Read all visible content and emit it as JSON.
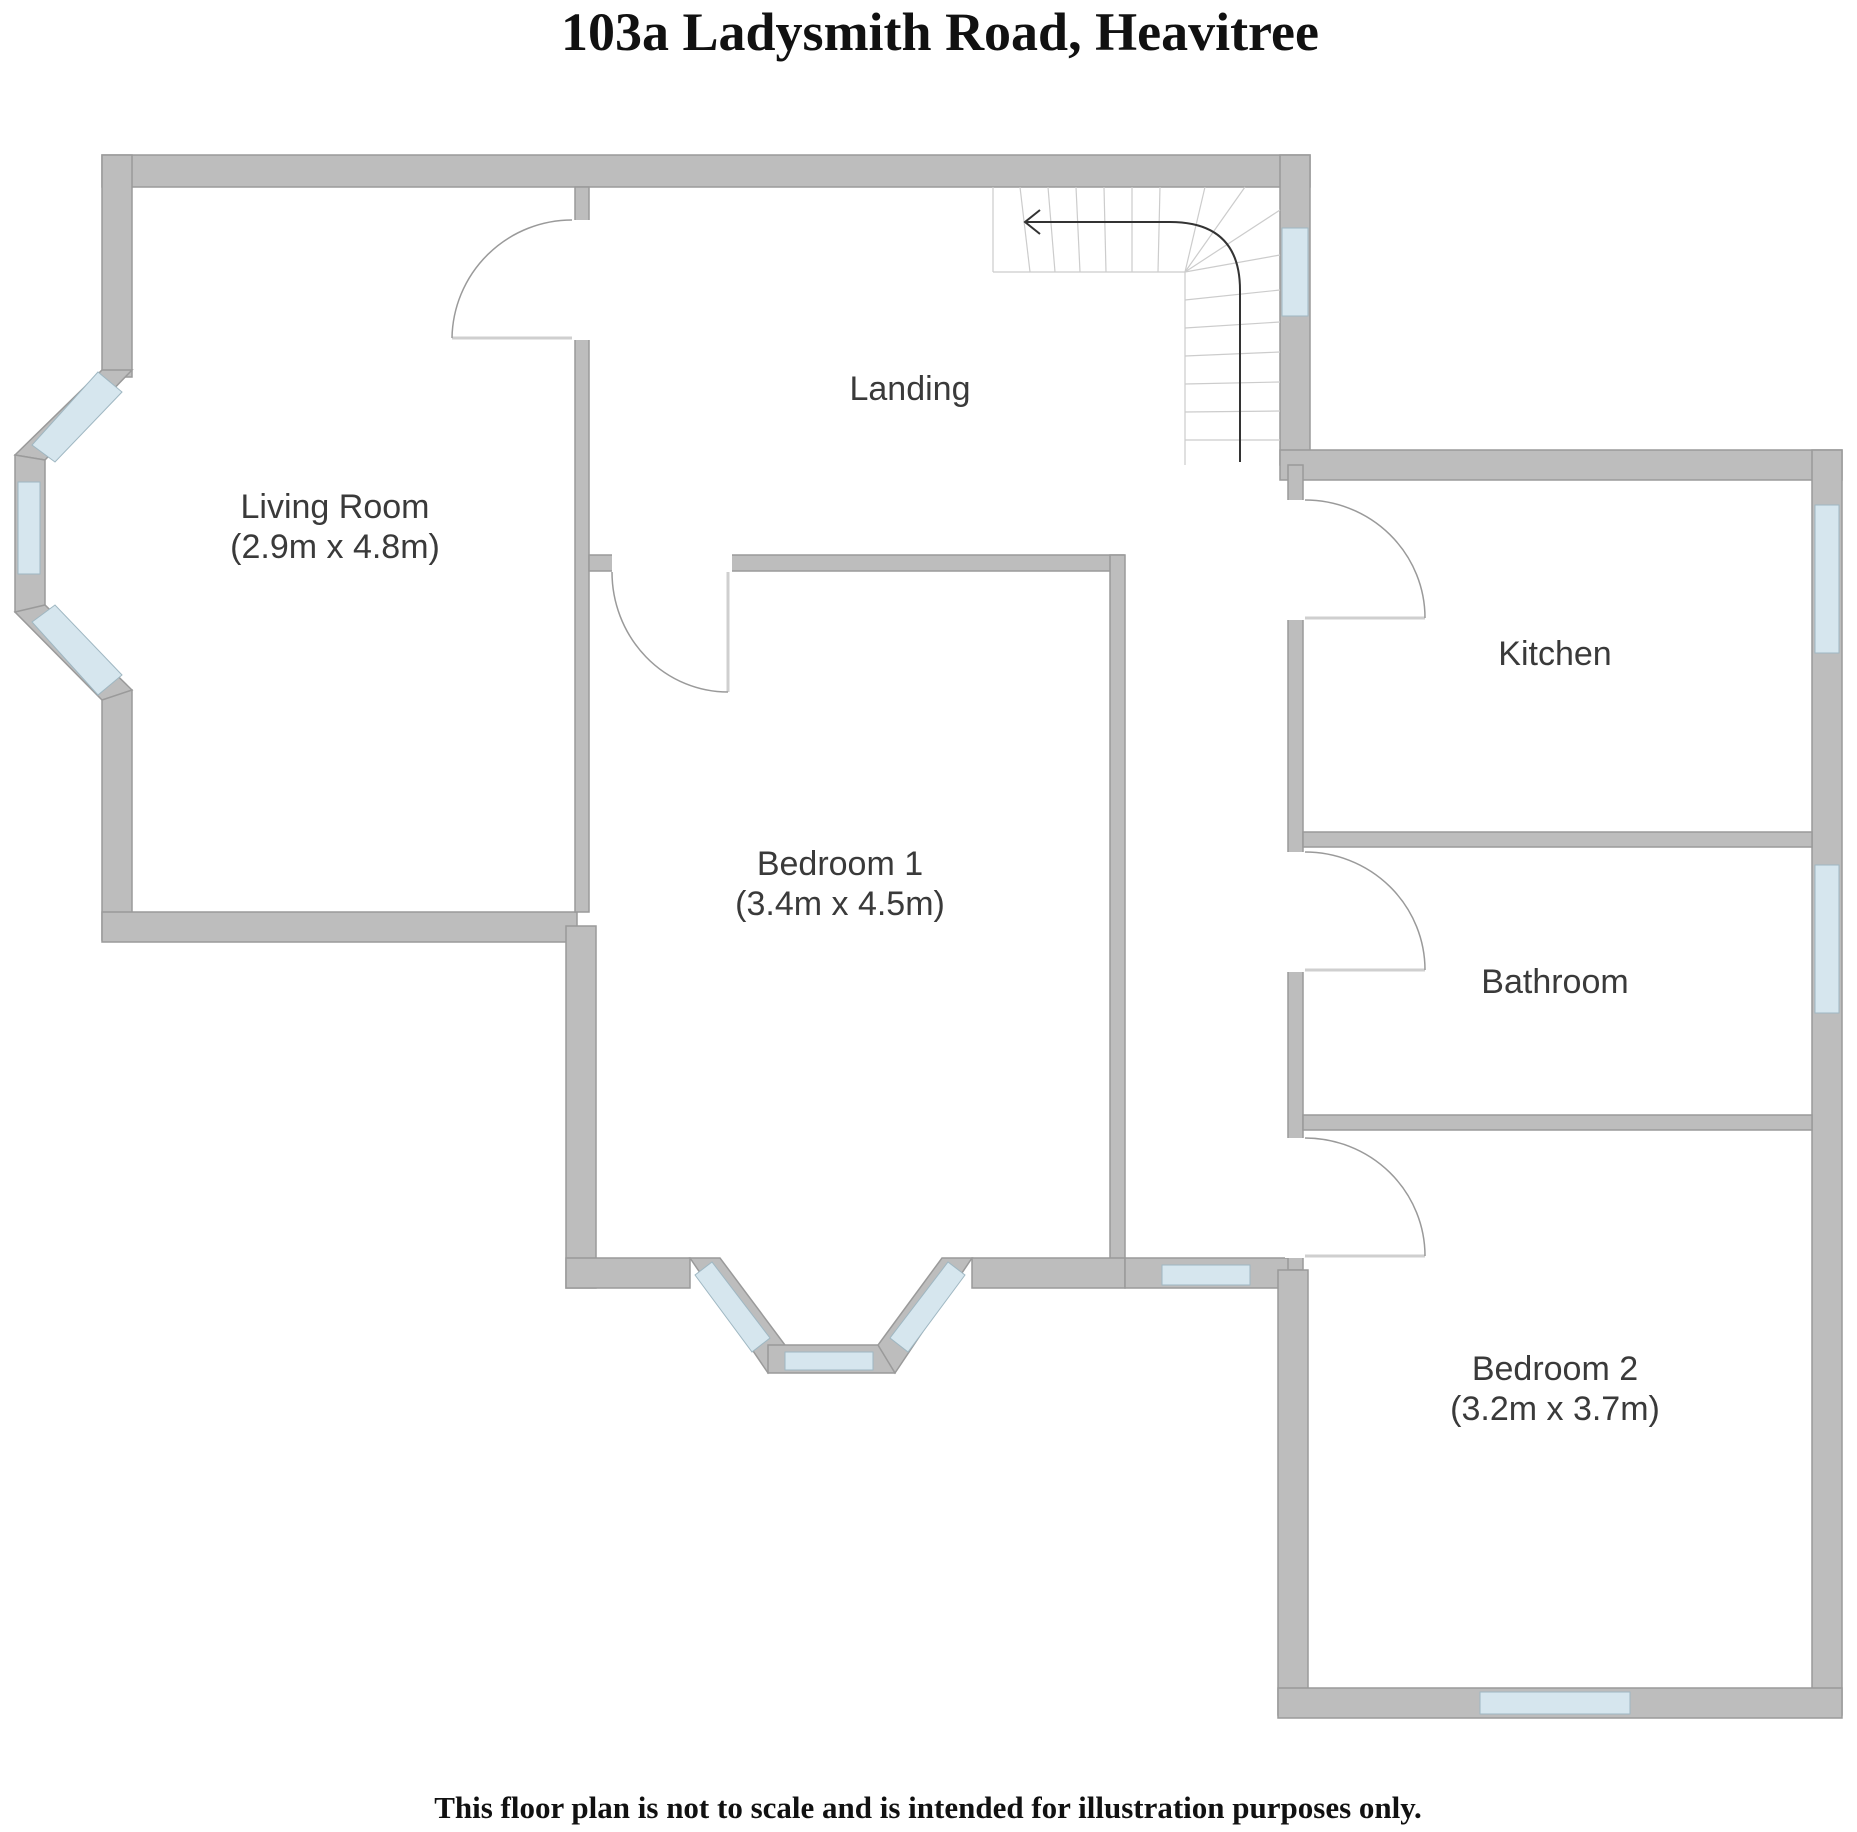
{
  "title": "103a Ladysmith Road, Heavitree",
  "footer": "This floor plan is not to scale and is intended for illustration purposes only.",
  "rooms": {
    "living_room": {
      "name": "Living Room",
      "size": "(2.9m x 4.8m)"
    },
    "landing": {
      "name": "Landing"
    },
    "bedroom_1": {
      "name": "Bedroom 1",
      "size": "(3.4m x 4.5m)"
    },
    "kitchen": {
      "name": "Kitchen"
    },
    "bathroom": {
      "name": "Bathroom"
    },
    "bedroom_2": {
      "name": "Bedroom 2",
      "size": "(3.2m x 3.7m)"
    }
  },
  "colors": {
    "wall": "#bdbdbd",
    "window_glass": "#d6e6ee",
    "text": "#3a3a3a"
  }
}
